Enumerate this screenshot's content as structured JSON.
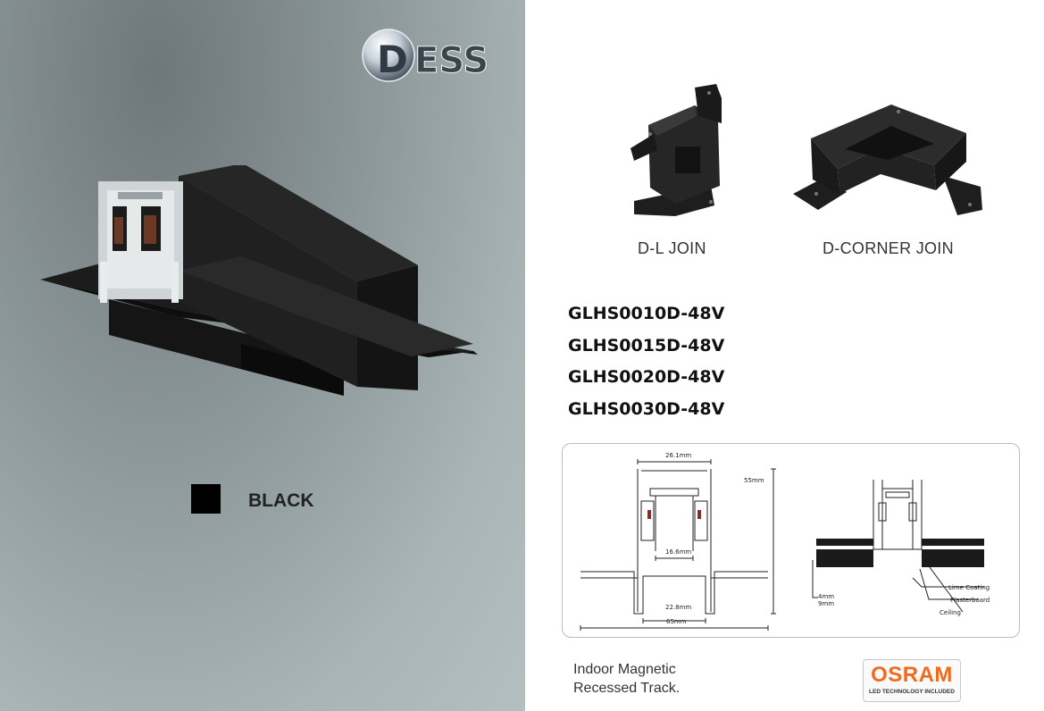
{
  "brand": {
    "logo_text": "DESS"
  },
  "product": {
    "finish_label": "BLACK",
    "finish_color": "#000000"
  },
  "accessories": [
    {
      "label": "D-L JOIN"
    },
    {
      "label": "D-CORNER JOIN"
    }
  ],
  "product_codes": [
    "GLHS0010D-48V",
    "GLHS0015D-48V",
    "GLHS0020D-48V",
    "GLHS0030D-48V"
  ],
  "technical_drawing": {
    "dimensions": {
      "top_width": "26.1mm",
      "height": "55mm",
      "inner_width": "16.6mm",
      "bottom_width": "22.8mm",
      "total_width": "65mm"
    },
    "layers": {
      "lime_coating": "Lime Coating",
      "plasterboard": "Plasterboard",
      "ceiling": "Ceiling",
      "thickness_a": "4mm",
      "thickness_b": "9mm"
    }
  },
  "caption": {
    "line1": "Indoor Magnetic",
    "line2": "Recessed Track."
  },
  "osram": {
    "name": "OSRAM",
    "tagline": "LED TECHNOLOGY INCLUDED",
    "accent": "#f26a1b"
  }
}
